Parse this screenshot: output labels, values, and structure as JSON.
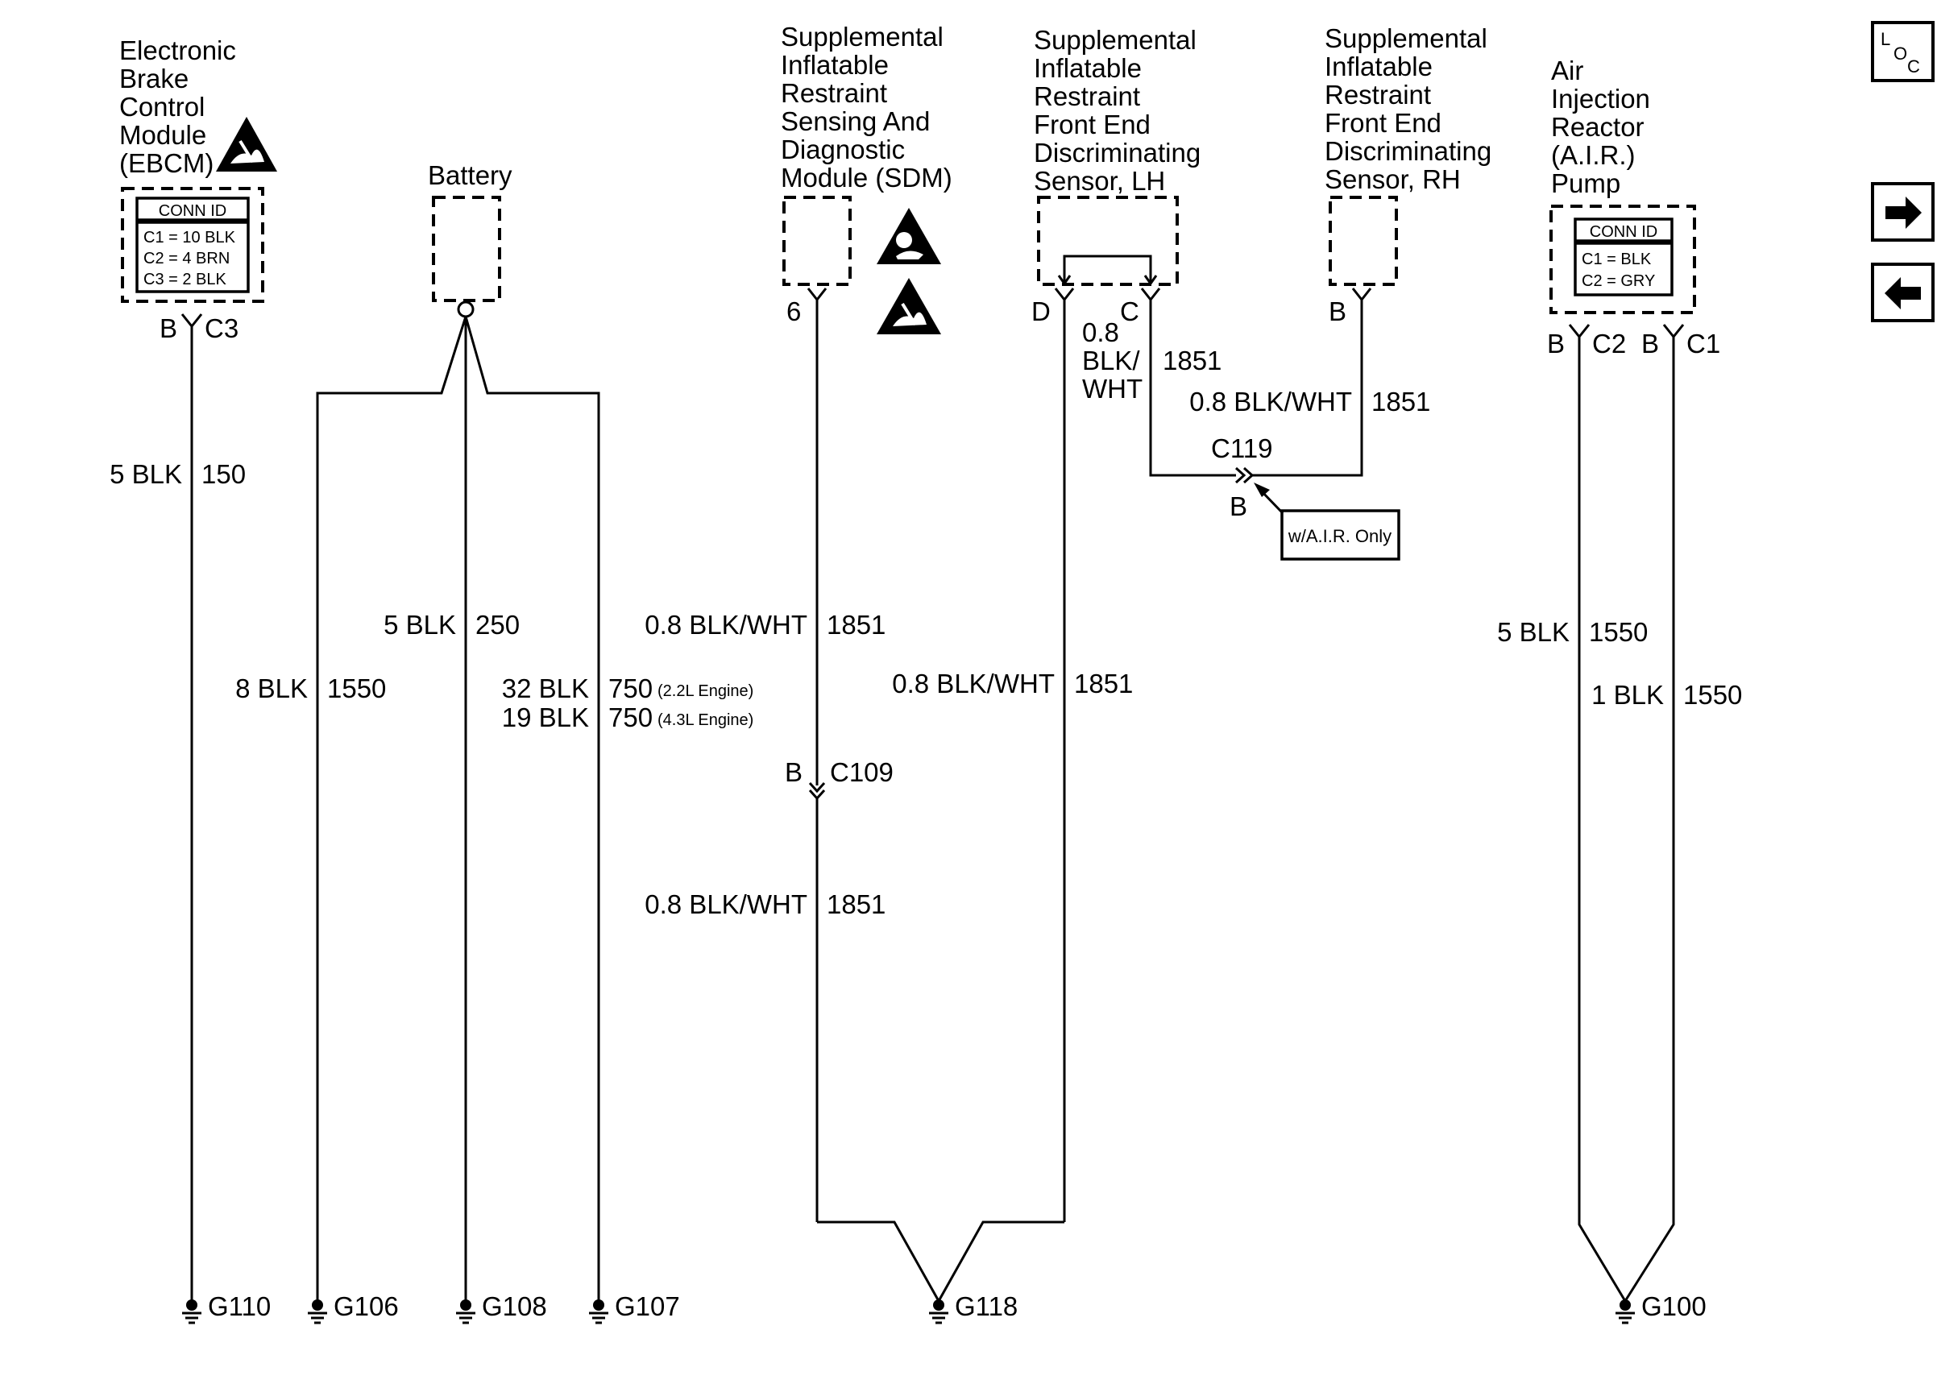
{
  "components": {
    "ebcm": {
      "name_lines": [
        "Electronic",
        "Brake",
        "Control",
        "Module",
        "(EBCM)"
      ],
      "conn_title": "CONN ID",
      "conn_rows": [
        "C1 = 10 BLK",
        "C2 = 4 BRN",
        "C3 = 2 BLK"
      ],
      "pin": "B",
      "conn": "C3"
    },
    "battery": {
      "name": "Battery"
    },
    "sdm": {
      "name_lines": [
        "Supplemental",
        "Inflatable",
        "Restraint",
        "Sensing And",
        "Diagnostic",
        "Module (SDM)"
      ],
      "pin": "6"
    },
    "sensor_lh": {
      "name_lines": [
        "Supplemental",
        "Inflatable",
        "Restraint",
        "Front End",
        "Discriminating",
        "Sensor, LH"
      ],
      "pin_d": "D",
      "pin_c": "C"
    },
    "sensor_rh": {
      "name_lines": [
        "Supplemental",
        "Inflatable",
        "Restraint",
        "Front End",
        "Discriminating",
        "Sensor, RH"
      ],
      "pin": "B"
    },
    "air_pump": {
      "name_lines": [
        "Air",
        "Injection",
        "Reactor",
        "(A.I.R.)",
        "Pump"
      ],
      "conn_title": "CONN ID",
      "conn_rows": [
        "C1 = BLK",
        "C2 = GRY"
      ],
      "pin1": "B",
      "conn1": "C2",
      "pin2": "B",
      "conn2": "C1"
    }
  },
  "wires": {
    "ebcm": {
      "size_color": "5 BLK",
      "circuit": "150"
    },
    "bat_g106": {
      "size_color": "8 BLK",
      "circuit": "1550"
    },
    "bat_g108": {
      "size_color": "5 BLK",
      "circuit": "250"
    },
    "bat_g107_a": {
      "size_color": "32 BLK",
      "circuit": "750",
      "note": "(2.2L Engine)"
    },
    "bat_g107_b": {
      "size_color": "19 BLK",
      "circuit": "750",
      "note": "(4.3L Engine)"
    },
    "sdm_upper": {
      "size_color": "0.8 BLK/WHT",
      "circuit": "1851"
    },
    "sdm_lower": {
      "size_color": "0.8 BLK/WHT",
      "circuit": "1851"
    },
    "lh_d": {
      "size_color": "0.8 BLK/WHT",
      "circuit": "1851"
    },
    "lh_c": {
      "size_lines": [
        "0.8",
        "BLK/",
        "WHT"
      ],
      "circuit": "1851"
    },
    "rh_b": {
      "size_color": "0.8 BLK/WHT",
      "circuit": "1851"
    },
    "air_c2": {
      "size_color": "5 BLK",
      "circuit": "1550"
    },
    "air_c1": {
      "size_color": "1 BLK",
      "circuit": "1550"
    }
  },
  "connectors": {
    "c109": {
      "id": "C109",
      "pin": "B"
    },
    "c119": {
      "id": "C119",
      "pin": "B",
      "note": "w/A.I.R. Only"
    }
  },
  "grounds": [
    "G110",
    "G106",
    "G108",
    "G107",
    "G118",
    "G100"
  ],
  "nav": {
    "loc_l": "L",
    "loc_o": "O",
    "loc_c": "C",
    "forward_icon": "arrow-right-icon",
    "back_icon": "arrow-left-icon"
  }
}
